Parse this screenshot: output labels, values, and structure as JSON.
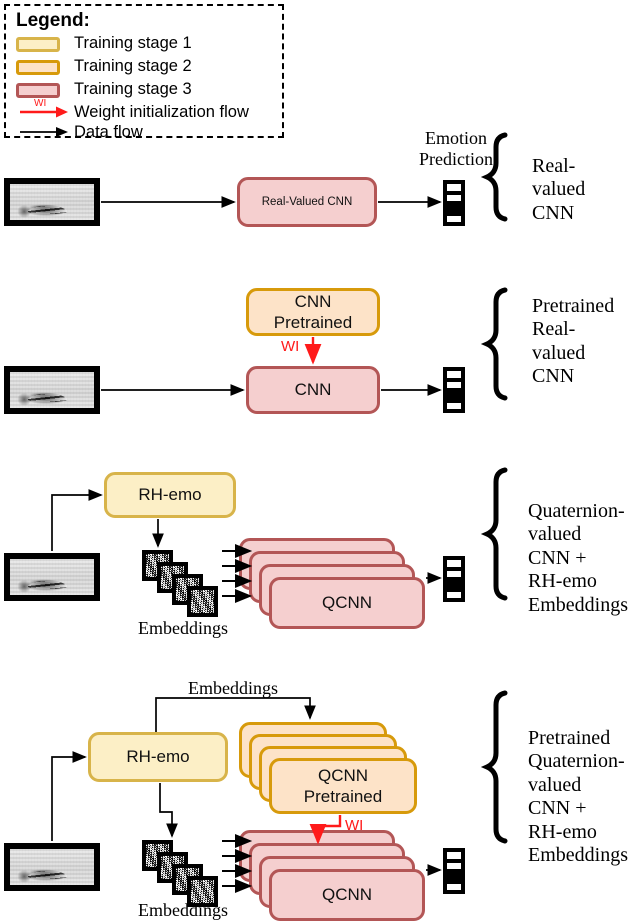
{
  "legend": {
    "title": "Legend:",
    "items": [
      {
        "label": "Training stage 1",
        "swatch": "stage1"
      },
      {
        "label": "Training stage 2",
        "swatch": "stage2"
      },
      {
        "label": "Training stage 3",
        "swatch": "stage3"
      },
      {
        "label": "Weight initialization flow",
        "swatch": "red-arrow",
        "arrow_tag": "WI"
      },
      {
        "label": "Data flow",
        "swatch": "black-arrow"
      }
    ]
  },
  "colors": {
    "stage1_fill": "#FCEFC6",
    "stage1_border": "#D8B44A",
    "stage2_fill": "#FDE3C8",
    "stage2_border": "#D79A0B",
    "stage3_fill": "#F5CFCF",
    "stage3_border": "#B35656",
    "weight_init_arrow": "#FF1A1A",
    "data_arrow": "#000000"
  },
  "shared": {
    "emotion_prediction_label": "Emotion\nPrediction",
    "embeddings_label": "Embeddings",
    "wi_tag": "WI",
    "prediction_cells": [
      "off",
      "off",
      "on",
      "off"
    ]
  },
  "rows": [
    {
      "id": "row-real-valued-cnn",
      "group_label": "Real-\nvalued\nCNN",
      "nodes": [
        {
          "name": "real-valued-cnn-node",
          "text": "Real-Valued CNN",
          "stage": "stage3"
        }
      ]
    },
    {
      "id": "row-pretrained-real-valued-cnn",
      "group_label": "Pretrained\nReal-\nvalued\nCNN",
      "nodes": [
        {
          "name": "cnn-pretrained-node",
          "text": "CNN\nPretrained",
          "stage": "stage2"
        },
        {
          "name": "cnn-node",
          "text": "CNN",
          "stage": "stage3"
        }
      ]
    },
    {
      "id": "row-quaternion-valued-cnn",
      "group_label": "Quaternion-\nvalued\nCNN +\nRH-emo\nEmbeddings",
      "nodes": [
        {
          "name": "rh-emo-node",
          "text": "RH-emo",
          "stage": "stage1"
        },
        {
          "name": "qcnn-stack-node",
          "text": "QCNN",
          "stage": "stage3"
        }
      ]
    },
    {
      "id": "row-pretrained-quaternion-valued-cnn",
      "group_label": "Pretrained\nQuaternion-\nvalued\nCNN +\nRH-emo\nEmbeddings",
      "nodes": [
        {
          "name": "rh-emo-node",
          "text": "RH-emo",
          "stage": "stage1"
        },
        {
          "name": "qcnn-pretrained-stack-node",
          "text": "QCNN\nPretrained",
          "stage": "stage2"
        },
        {
          "name": "qcnn-stack-node",
          "text": "QCNN",
          "stage": "stage3"
        }
      ],
      "top_embeddings_label": "Embeddings"
    }
  ]
}
